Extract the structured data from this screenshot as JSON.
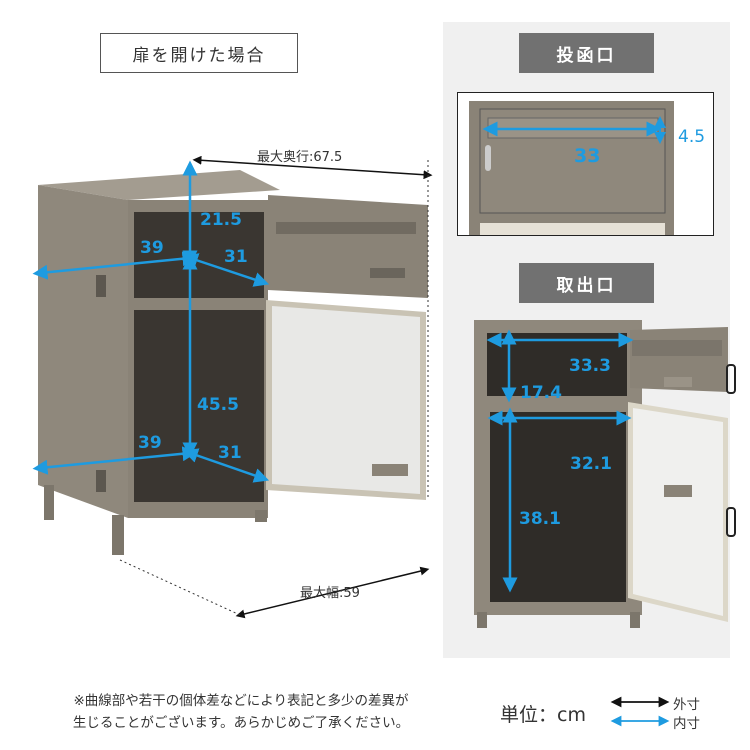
{
  "main": {
    "title": "扉を開けた場合",
    "max_depth": "最大奥行:67.5",
    "max_width": "最大幅:59",
    "inner_dims": {
      "upper_height": "21.5",
      "upper_width": "39",
      "upper_depth": "31",
      "lower_height": "45.5",
      "lower_width": "39",
      "lower_depth": "31"
    }
  },
  "mail_slot": {
    "label": "投函口",
    "width": "33",
    "height": "4.5"
  },
  "takeout": {
    "label": "取出口",
    "upper_width": "33.3",
    "upper_height": "17.4",
    "lower_width": "32.1",
    "lower_height": "38.1"
  },
  "footer": {
    "note_line1": "※曲線部や若干の個体差などにより表記と多少の差異が",
    "note_line2": "生じることがございます。あらかじめご了承ください。",
    "unit": "単位：cm",
    "legend_outer": "外寸",
    "legend_inner": "内寸"
  },
  "colors": {
    "inner_dimension": "#1e9be0",
    "outer_dimension": "#111111",
    "cabinet": "#8f887c",
    "label_bg": "#717171"
  }
}
